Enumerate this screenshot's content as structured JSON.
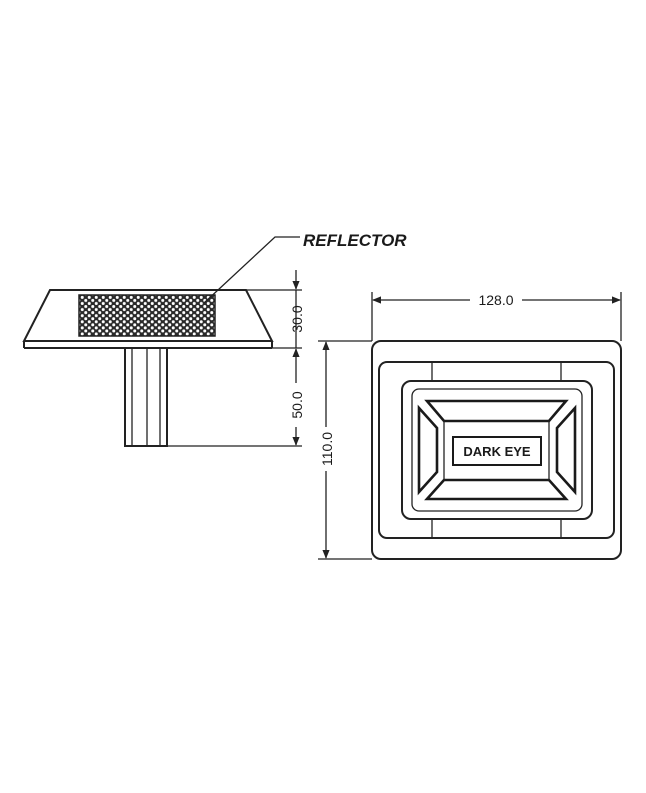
{
  "side_view": {
    "callout_label": "REFLECTOR",
    "dim_top_height": "30.0",
    "dim_stem_height": "50.0"
  },
  "top_view": {
    "dim_width": "128.0",
    "dim_height": "110.0",
    "brand_text": "DARK EYE"
  },
  "colors": {
    "line": "#222222",
    "background": "#ffffff"
  }
}
